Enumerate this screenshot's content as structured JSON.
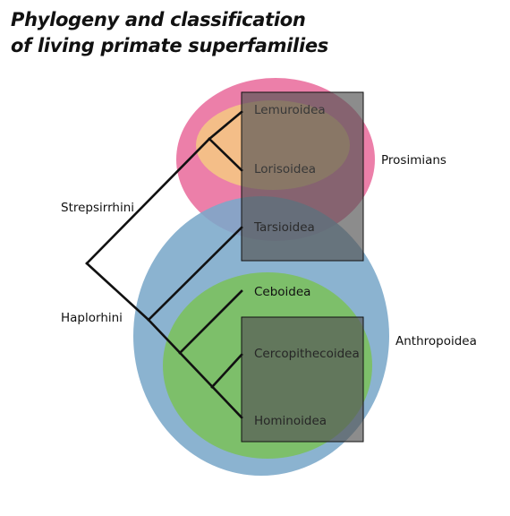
{
  "title": {
    "line1": "Phylogeny and classification",
    "line2": "of living primate superfamilies"
  },
  "groups": {
    "prosimians": {
      "label": "Prosimians",
      "color": "#ec7fa9"
    },
    "anthropoidea": {
      "label": "Anthropoidea",
      "color": "#7ba9c9"
    },
    "lemur_loris": {
      "color": "#f4be88"
    },
    "ceboid_catarrhine": {
      "color": "#7dbf6a"
    }
  },
  "box_color": "#555555",
  "clades": {
    "strepsirrhini": "Strepsirrhini",
    "haplorhini": "Haplorhini"
  },
  "taxa": {
    "lemuroidea": "Lemuroidea",
    "lorisoidea": "Lorisoidea",
    "tarsioidea": "Tarsioidea",
    "ceboidea": "Ceboidea",
    "cercopithecoidea": "Cercopithecoidea",
    "hominoidea": "Hominoidea"
  }
}
